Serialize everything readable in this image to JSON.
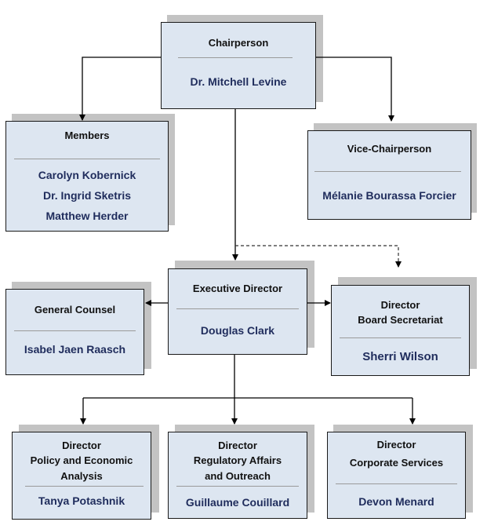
{
  "diagram": {
    "type": "organization-chart",
    "colors": {
      "box_fill": "#dde6f1",
      "shadow": "#c3c3c3",
      "title_text": "#111111",
      "name_text": "#1f2c5c",
      "line": "#000000"
    },
    "nodes": {
      "chairperson": {
        "title": [
          "Chairperson"
        ],
        "names": [
          "Dr. Mitchell Levine"
        ]
      },
      "members": {
        "title": [
          "Members"
        ],
        "names": [
          "Carolyn Kobernick",
          "Dr. Ingrid Sketris",
          "Matthew Herder"
        ]
      },
      "vice_chairperson": {
        "title": [
          "Vice-Chairperson"
        ],
        "names": [
          "Mélanie Bourassa Forcier"
        ]
      },
      "executive_director": {
        "title": [
          "Executive Director"
        ],
        "names": [
          "Douglas Clark"
        ]
      },
      "general_counsel": {
        "title": [
          "General Counsel"
        ],
        "names": [
          "Isabel Jaen Raasch"
        ]
      },
      "board_secretariat": {
        "title": [
          "Director",
          "Board Secretariat"
        ],
        "names": [
          "Sherri Wilson"
        ]
      },
      "policy": {
        "title": [
          "Director",
          "Policy and Economic",
          "Analysis"
        ],
        "names": [
          "Tanya Potashnik"
        ]
      },
      "regulatory": {
        "title": [
          "Director",
          "Regulatory Affairs",
          "and Outreach"
        ],
        "names": [
          "Guillaume Couillard"
        ]
      },
      "corporate": {
        "title": [
          "Director",
          "Corporate Services"
        ],
        "names": [
          "Devon Menard"
        ]
      }
    },
    "edges": [
      {
        "from": "chairperson",
        "to": "members",
        "style": "solid"
      },
      {
        "from": "chairperson",
        "to": "vice_chairperson",
        "style": "solid"
      },
      {
        "from": "chairperson",
        "to": "executive_director",
        "style": "solid"
      },
      {
        "from": "chairperson",
        "to": "board_secretariat",
        "style": "dashed"
      },
      {
        "from": "executive_director",
        "to": "general_counsel",
        "style": "solid"
      },
      {
        "from": "executive_director",
        "to": "board_secretariat",
        "style": "solid"
      },
      {
        "from": "executive_director",
        "to": "policy",
        "style": "solid"
      },
      {
        "from": "executive_director",
        "to": "regulatory",
        "style": "solid"
      },
      {
        "from": "executive_director",
        "to": "corporate",
        "style": "solid"
      }
    ]
  }
}
